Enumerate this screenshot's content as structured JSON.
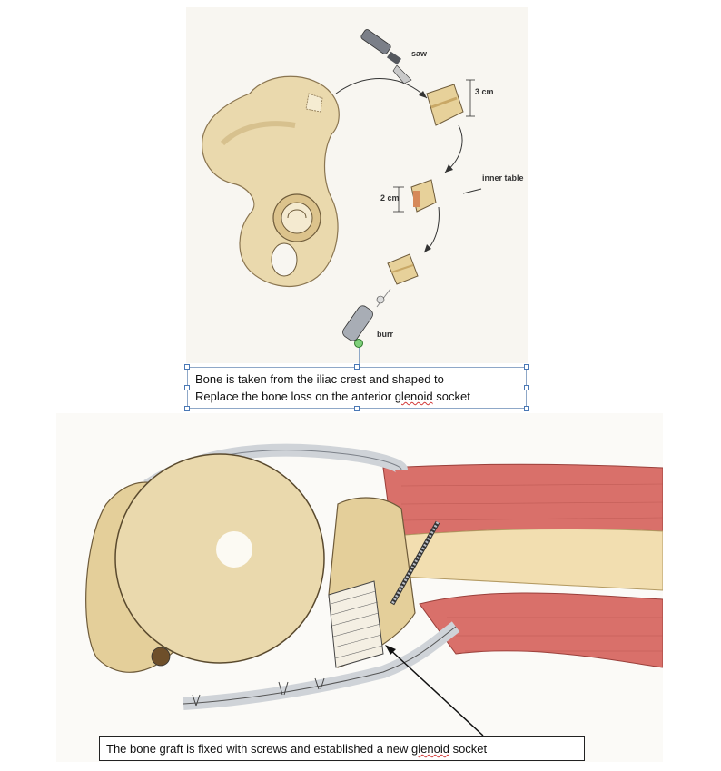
{
  "top_figure": {
    "labels": {
      "saw": "saw",
      "three_cm": "3 cm",
      "inner_table": "inner table",
      "two_cm": "2 cm",
      "burr": "burr"
    },
    "caption": {
      "line1": "Bone is taken from the iliac crest and shaped to",
      "line2_prefix": "Replace the bone loss on the anterior ",
      "line2_flagged": "glenoid",
      "line2_suffix": " socket"
    }
  },
  "bottom_figure": {
    "caption": {
      "prefix": "The bone graft is fixed with screws and established a new ",
      "flagged": "glenoid",
      "suffix": " socket"
    }
  },
  "colors": {
    "bone": "#ead9ad",
    "bone_shadow": "#c9b07a",
    "muscle": "#d9706a",
    "ligament": "#cfd3d8",
    "selection": "#4a78b5",
    "spellcheck": "#d23a3a"
  }
}
